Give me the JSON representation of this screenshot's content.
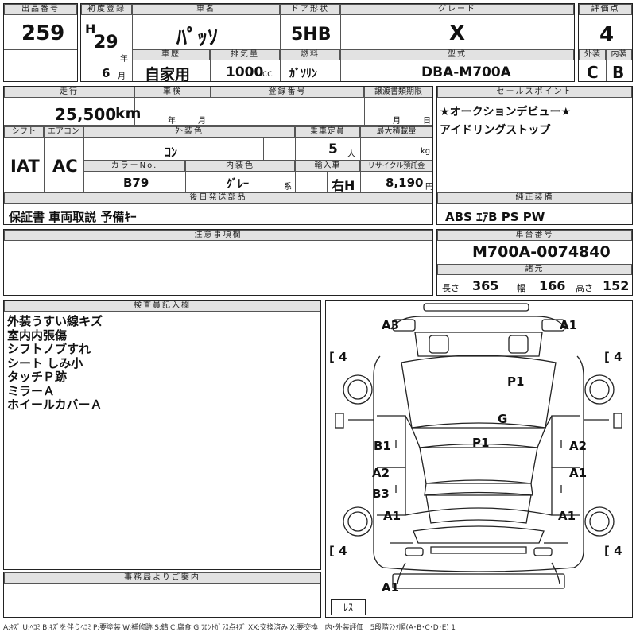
{
  "auction_sheet": {
    "lot_number_label": "出品番号",
    "lot_number": "259",
    "first_registration_label": "初度登録",
    "era": "H",
    "year": "29",
    "year_unit": "年",
    "month": "6",
    "month_unit": "月",
    "car_name_label": "車名",
    "car_name": "ﾊﾟｯｿ",
    "history_label": "車歴",
    "history": "自家用",
    "displacement_label": "排気量",
    "displacement": "1000",
    "displacement_unit": "CC",
    "door_label": "ドア形状",
    "door": "5HB",
    "fuel_label": "燃料",
    "fuel": "ｶﾞｿﾘﾝ",
    "grade_label": "グレード",
    "grade": "X",
    "model_code_label": "型式",
    "model_code": "DBA-M700A",
    "score_label": "評価点",
    "score": "4",
    "exterior_label": "外装",
    "exterior_score": "C",
    "interior_label": "内装",
    "interior_score": "B",
    "mileage_label": "走行",
    "mileage": "25,500",
    "mileage_unit": "km",
    "inspection_label": "車検",
    "inspection_year_unit": "年",
    "inspection_month_unit": "月",
    "registration_label": "登録番号",
    "transfer_label": "譲渡書類期限",
    "transfer_month_unit": "月",
    "transfer_day_unit": "日",
    "sales_points_label": "セールスポイント",
    "sales_points": [
      "★オークションデビュー★",
      "アイドリングストップ"
    ],
    "shift_label": "シフト",
    "shift": "IAT",
    "ac_label": "エアコン",
    "ac": "AC",
    "exterior_color_label": "外装色",
    "exterior_color": "ｺﾝ",
    "capacity_label": "乗車定員",
    "capacity": "5",
    "capacity_unit": "人",
    "max_load_label": "最大積載量",
    "max_load_unit": "kg",
    "color_no_label": "カラーNo.",
    "color_no": "B79",
    "interior_color_label": "内装色",
    "interior_color": "ｸﾞﾚｰ",
    "interior_color_unit": "系",
    "import_label": "輸入車",
    "handle": "右H",
    "recycle_label": "リサイクル預託金",
    "recycle_fee": "8,190",
    "recycle_unit": "円",
    "later_parts_label": "後日発送部品",
    "later_parts": "保証書 車両取説 予備ｷｰ",
    "equipment_label": "純正装備",
    "equipment": "ABS ｴｱB PS PW",
    "notes_label": "注意事項欄",
    "chassis_label": "車台番号",
    "chassis_number": "M700A-0074840",
    "dimensions_label": "諸元",
    "length_label": "長さ",
    "length": "365",
    "width_label": "幅",
    "width": "166",
    "height_label": "高さ",
    "height": "152",
    "inspector_label": "検査員記入欄",
    "inspector_notes": [
      "外装うすい線キズ",
      "室内内張傷",
      "シフトノブすれ",
      "シート しみ小",
      "タッチＰ跡",
      "ミラーＡ",
      "ホイールカバーＡ"
    ],
    "office_label": "事務局よりご案内",
    "diagram_marks": {
      "a3_top_left": "A3",
      "a1_top_right": "A1",
      "tire_fl": "4",
      "tire_fr": "4",
      "tire_rl": "4",
      "tire_rr": "4",
      "p1_hood": "P1",
      "g_windshield": "G",
      "p1_roof": "P1",
      "b1_left": "B1",
      "a2_right": "A2",
      "a2_left": "A2",
      "b3_left": "B3",
      "a1_right_door": "A1",
      "a1_rear_left": "A1",
      "a1_rear_right": "A1",
      "a1_bottom": "A1",
      "res_label": "ﾚｽ"
    },
    "legend": "A:ｷｽﾞ U:ﾍｺﾐ B:ｷｽﾞを伴うﾍｺﾐ P:要塗装 W:補修跡 S:錆 C:腐食 G:ﾌﾛﾝﾄｶﾞﾗｽ点ｷｽﾞ XX:交換済み X:要交換　内･外装評価　5段階ﾗﾝｸ順(A･B･C･D･E) 1"
  }
}
